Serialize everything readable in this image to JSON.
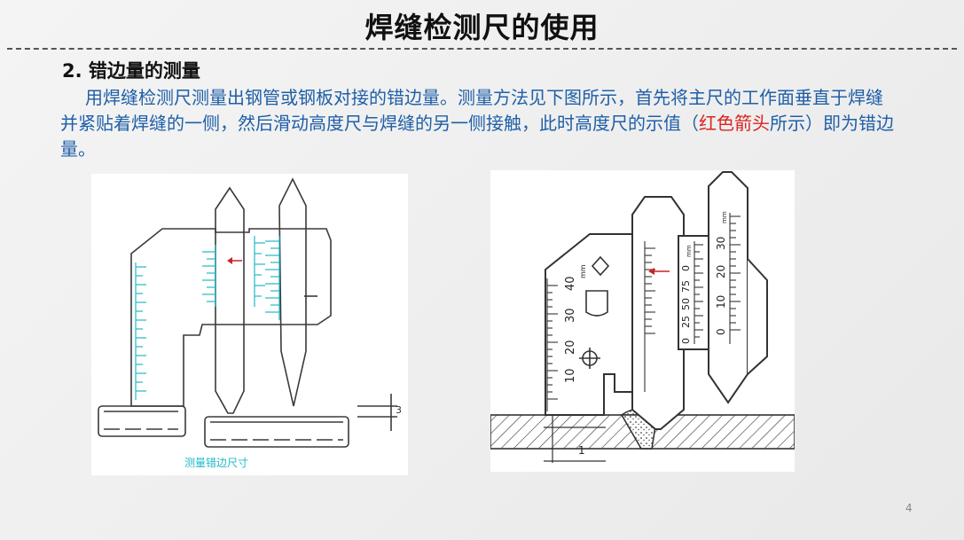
{
  "slide": {
    "title": "焊缝检测尺的使用",
    "section_heading": "2. 错边量的测量",
    "paragraph": {
      "part1": "用焊缝检测尺测量出钢管或钢板对接的错边量。测量方法见下图所示，首先将主尺的工作面垂直于焊缝并紧贴着焊缝的一侧，然后滑动高度尺与焊缝的另一侧接触，此时高度尺的示值（",
      "highlight": "红色箭头",
      "part2": "所示）即为错边量。"
    },
    "page_number": "4"
  },
  "figure_left": {
    "dimension_label": "3",
    "caption": "测量错边尺寸"
  },
  "figure_right": {
    "main_scale_labels": [
      "10",
      "20",
      "30",
      "40"
    ],
    "unit_label": "mm",
    "slider_labels": [
      "0",
      "25",
      "50",
      "75",
      "0"
    ],
    "slider_unit": "mm",
    "height_scale_labels": [
      "0",
      "10",
      "20",
      "30"
    ],
    "height_unit": "mm",
    "dimension_label": "1"
  },
  "colors": {
    "heading_text": "#111111",
    "body_text": "#1f5fa8",
    "highlight": "#dd2222",
    "drawing_line": "#3a3a3a",
    "scale_cyan": "#22b8c8",
    "arrow_red": "#cc2222"
  }
}
